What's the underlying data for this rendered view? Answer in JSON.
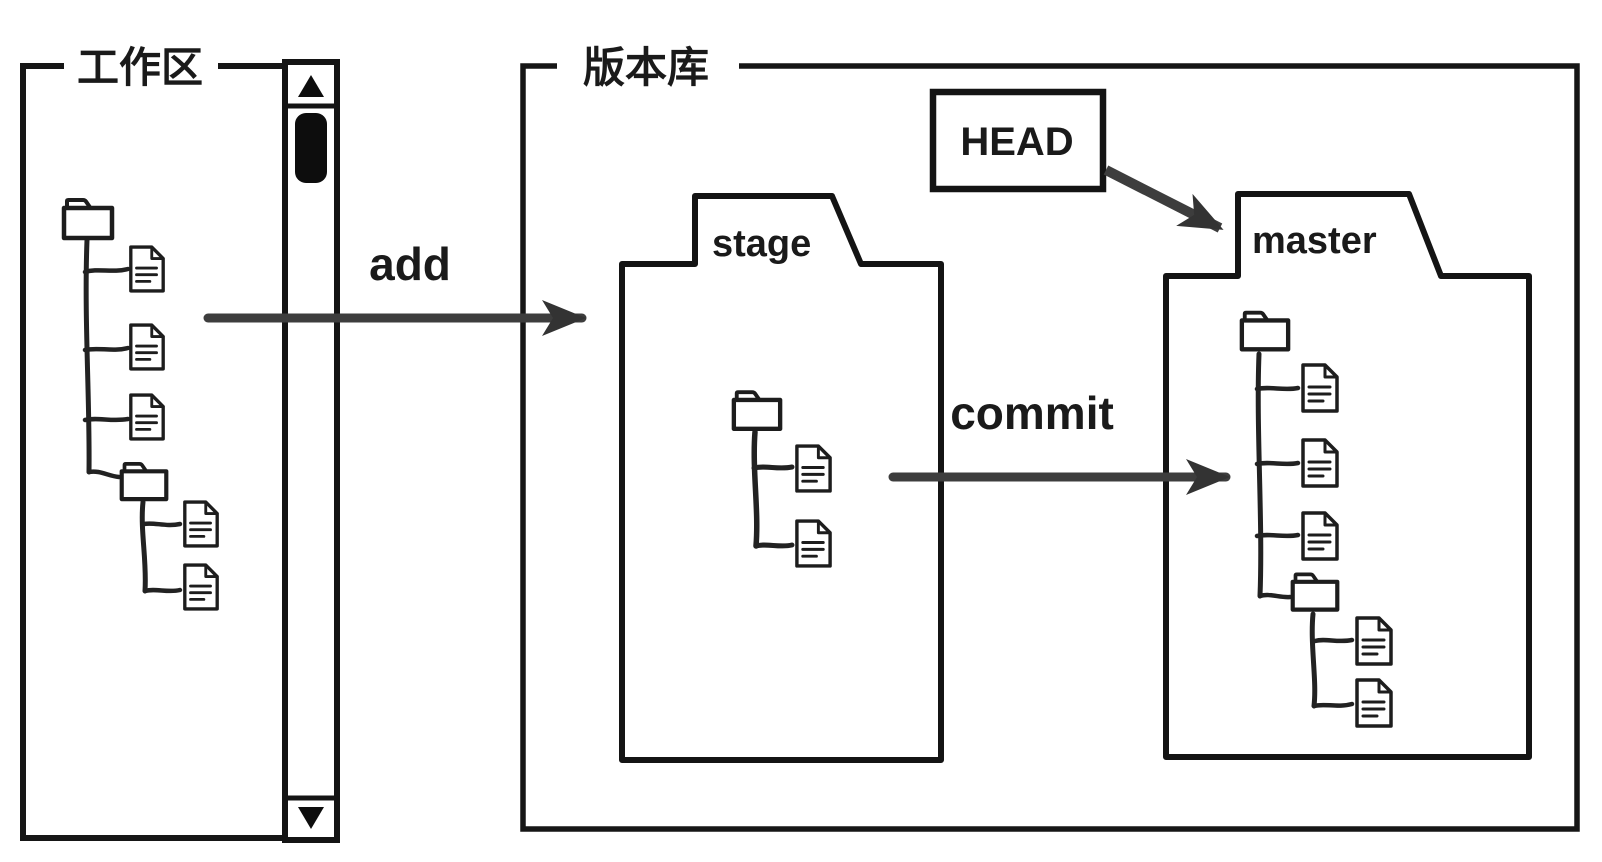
{
  "diagram": {
    "title_hint": "git add/commit flow diagram",
    "working_area": {
      "label": "工作区"
    },
    "repository": {
      "label": "版本库"
    },
    "stage": {
      "label": "stage"
    },
    "master": {
      "label": "master"
    },
    "head": {
      "label": "HEAD"
    },
    "add_arrow": {
      "label": "add"
    },
    "commit_arrow": {
      "label": "commit"
    }
  },
  "structure": {
    "working_area_tree": {
      "folders": 2,
      "documents": 5
    },
    "stage_tree": {
      "folders": 1,
      "documents": 2
    },
    "master_tree": {
      "folders": 2,
      "documents": 5
    }
  },
  "scrollbar": {
    "orientation": "vertical",
    "thumb_position": "top"
  },
  "icons": [
    "folder-icon",
    "document-icon",
    "scroll-up-icon",
    "scroll-down-icon",
    "arrowhead-icon"
  ],
  "colors": {
    "ink": "#1a1a1a",
    "arrow": "#3d3d3d",
    "background": "#ffffff"
  }
}
